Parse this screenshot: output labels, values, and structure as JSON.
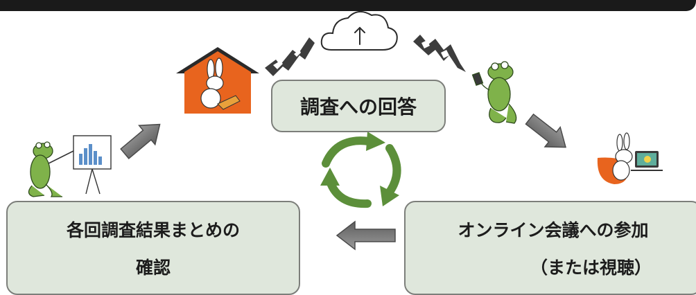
{
  "banner_color": "#1a1a1a",
  "steps": {
    "answer": {
      "label": "調査への回答"
    },
    "online": {
      "line1": "オンライン会議への参加",
      "line2": "（または視聴）"
    },
    "summary": {
      "line1": "各回調査結果まとめの",
      "line2": "確認"
    }
  },
  "colors": {
    "box_fill": "#dfe7dc",
    "box_border": "#7c7e7a",
    "arrow": "#7f7f7f",
    "cycle": "#5c8f3a",
    "house": "#e8641e",
    "frog": "#7fb24a",
    "rabbit": "#ffffff",
    "laptop": "#e9a13b",
    "chair": "#e8641e"
  },
  "icons": [
    "cloud-upload-icon",
    "lightning-icon",
    "house-icon",
    "rabbit-icon",
    "frog-icon",
    "chart-board-icon",
    "recycle-icon",
    "arrow-icon"
  ]
}
